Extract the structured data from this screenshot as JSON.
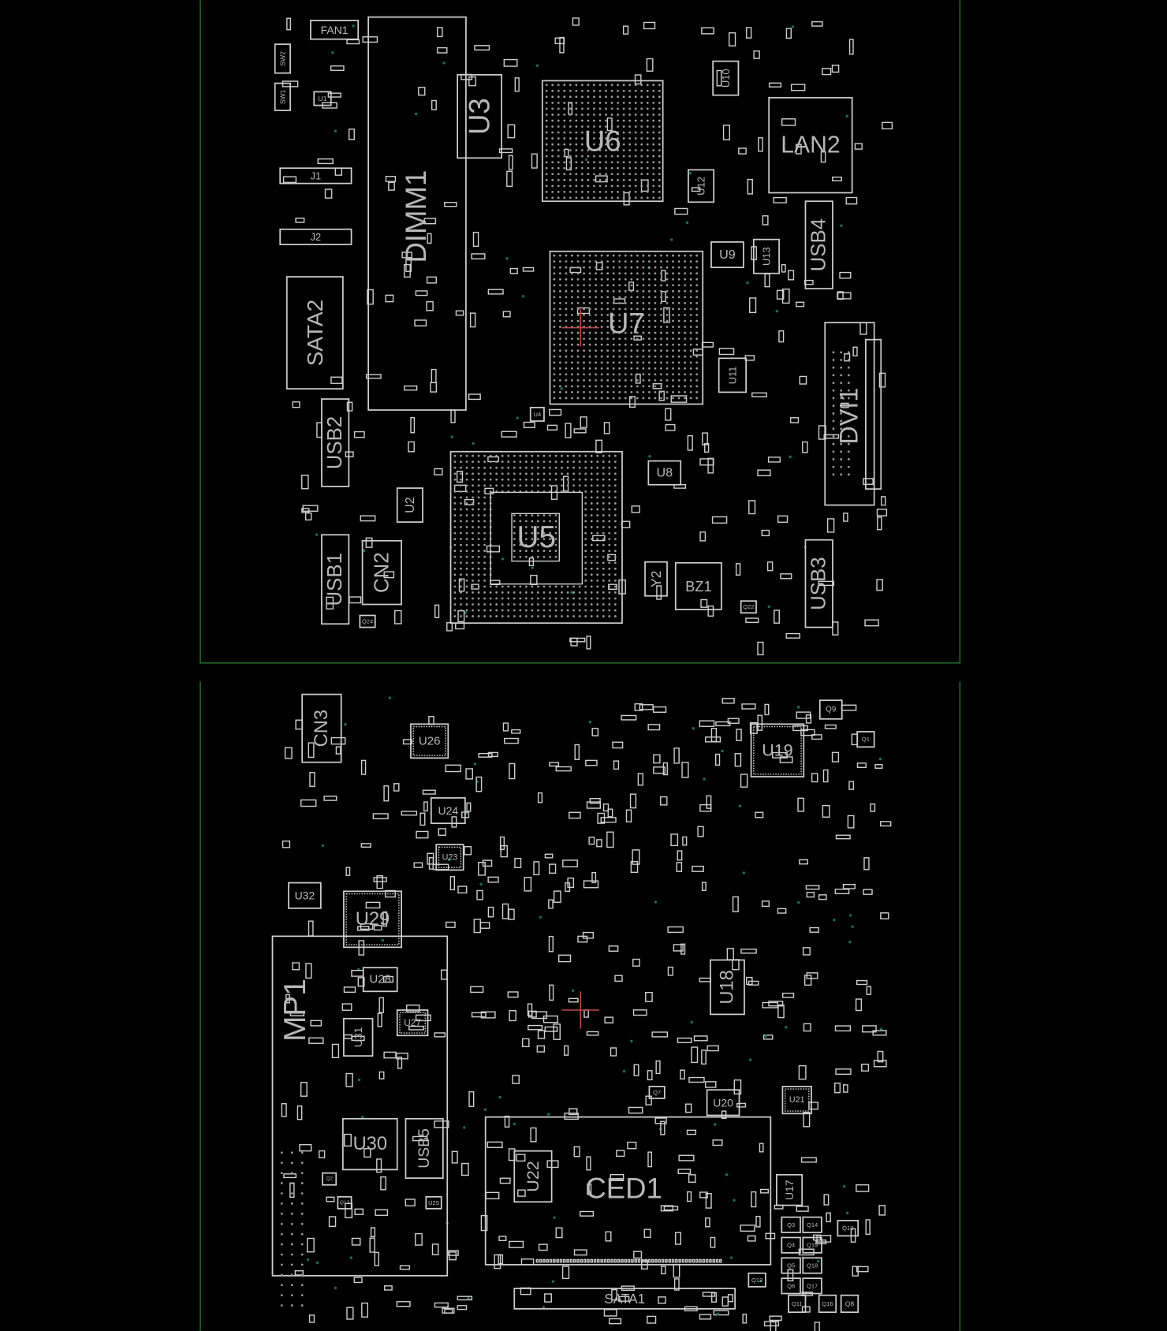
{
  "title": "PCB boardview - top and bottom layers",
  "colors": {
    "outline": "#cfcfcf",
    "label": "#b8b8b8",
    "panel_border": "#1f6a2a",
    "crosshair": "#c04848",
    "background": "#000000"
  },
  "top_layer": {
    "components": [
      "FAN1",
      "SW2",
      "SW1",
      "U1",
      "J1",
      "J2",
      "SATA2",
      "DIMM1",
      "U3",
      "U6",
      "LAN2",
      "U10",
      "U12",
      "USB4",
      "U9",
      "U13",
      "U7",
      "U11",
      "DVI1",
      "USB2",
      "U4",
      "U5",
      "U8",
      "U2",
      "USB1",
      "CN2",
      "Y2",
      "BZ1",
      "USB3",
      "Q24",
      "Q22"
    ]
  },
  "bottom_layer": {
    "components": [
      "CN3",
      "U26",
      "U19",
      "Q9",
      "Q1",
      "U24",
      "U23",
      "U32",
      "U29",
      "MP1",
      "U28",
      "U27",
      "U31",
      "U30",
      "USB5",
      "U18",
      "U20",
      "U21",
      "U22",
      "CED1",
      "U17",
      "SATA1",
      "Q3",
      "Q14",
      "Q4",
      "Q19",
      "Q5",
      "Q18",
      "Q6",
      "Q17",
      "Q10",
      "Q12",
      "Q11",
      "Q16",
      "Q8",
      "Q7",
      "U25",
      "Q2",
      "Q13"
    ]
  }
}
